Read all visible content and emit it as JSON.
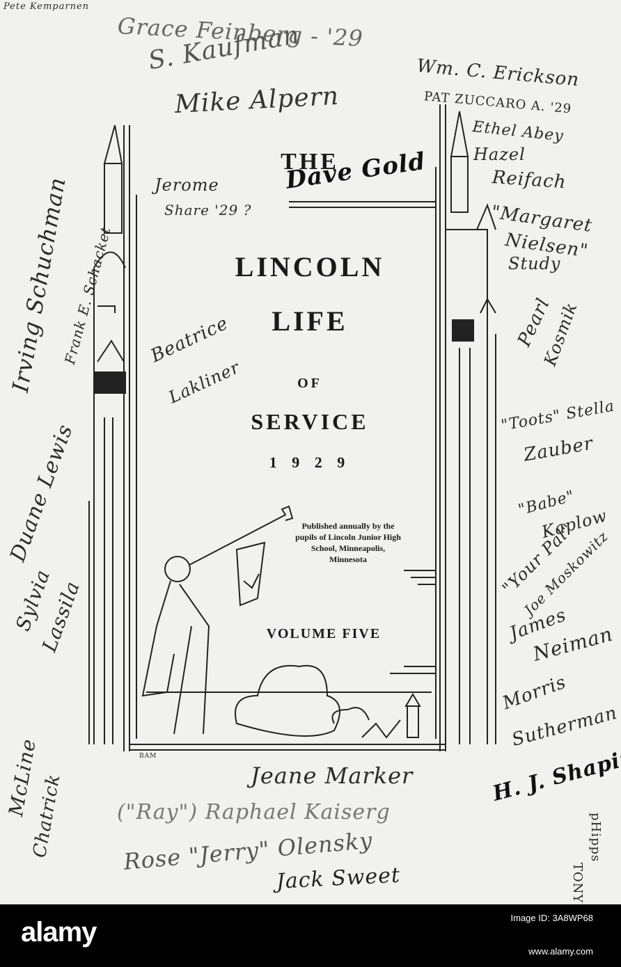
{
  "cover": {
    "title_the": "THE",
    "title_lincoln": "LINCOLN",
    "title_life": "LIFE",
    "title_of": "OF",
    "title_service": "SERVICE",
    "year": "1 9 2 9",
    "publisher": "Published annually by the pupils of Lincoln Junior High School, Minneapolis, Minnesota",
    "volume": "VOLUME FIVE",
    "artist_mark": "BAM"
  },
  "signatures": {
    "pete": "Pete Kemparnen",
    "grace": "Grace Feinberg - '29",
    "kaufman": "S. Kaufman",
    "mike": "Mike Alpern",
    "erickson": "Wm. C. Erickson",
    "zuccaro": "PAT ZUCCARO A. '29",
    "ethel": "Ethel Abey",
    "hazel_1": "Hazel",
    "hazel_2": "Reifach",
    "jerome_1": "Jerome",
    "jerome_2": "Share '29 ?",
    "dave": "Dave Gold",
    "irving": "Irving Schuchman",
    "frank": "Frank E. Schacket",
    "margaret_1": "\"Margaret",
    "margaret_2": "Nielsen\"",
    "margaret_3": "Study",
    "beatrice_1": "Beatrice",
    "beatrice_2": "Lakliner",
    "pearl_1": "Pearl",
    "pearl_2": "Kosmik",
    "toots_1": "\"Toots\" Stella",
    "toots_2": "Zauber",
    "duane": "Duane Lewis",
    "sylvia_1": "Sylvia",
    "sylvia_2": "Lassila",
    "babe_1": "\"Babe\"",
    "babe_2": "Kaplow",
    "joe_1": "\"Your Pal\"",
    "joe_2": "Joe Moskowitz",
    "james_1": "James",
    "james_2": "Neiman",
    "morris_1": "Morris",
    "morris_2": "Sutherman",
    "shapiro": "H. J. Shapiro",
    "mcline_1": "McLine",
    "mcline_2": "Chatrick",
    "jeane": "Jeane Marker",
    "raphael": "(\"Ray\") Raphael Kaiserg",
    "rose": "Rose \"Jerry\" Olensky",
    "jack": "Jack Sweet",
    "tony_1": "pHipps",
    "tony_2": "TONY"
  },
  "footer": {
    "logo": "alamy",
    "image_id": "Image ID: 3A8WP68",
    "url": "www.alamy.com"
  },
  "colors": {
    "paper": "#f1f1ef",
    "ink": "#1a1a1a",
    "footer_bg": "#000000"
  }
}
